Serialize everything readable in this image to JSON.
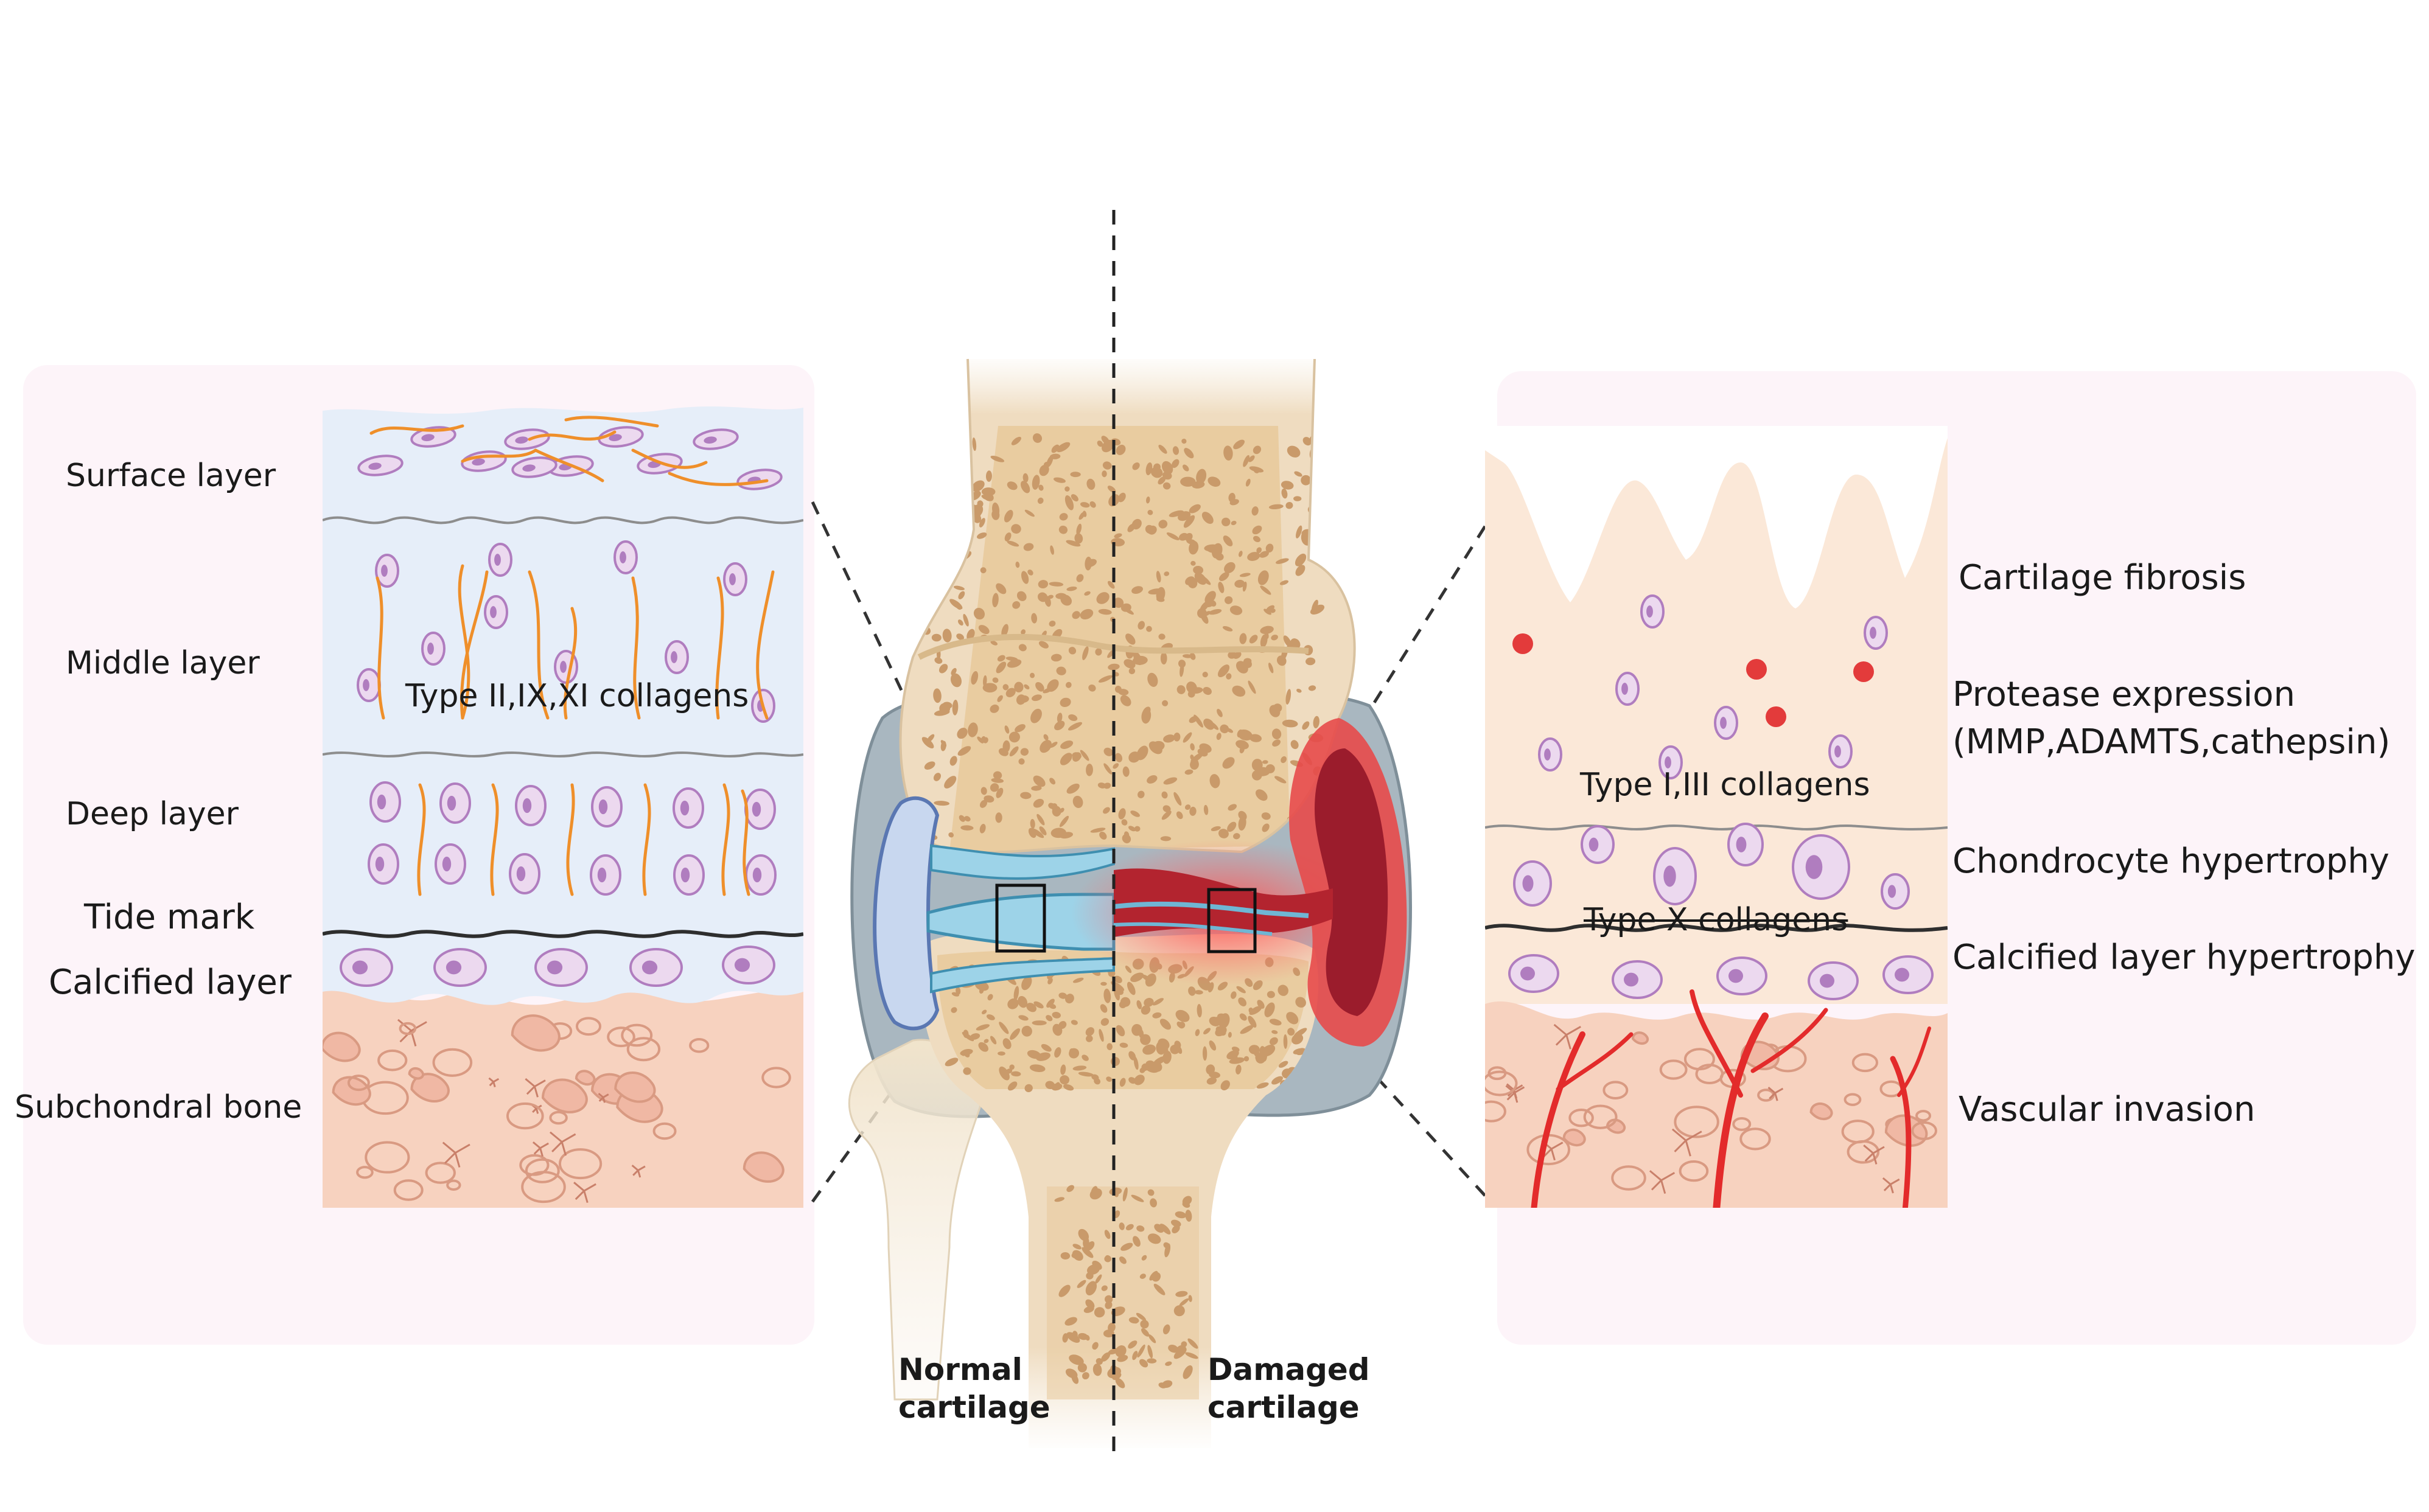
{
  "left_panel": {
    "labels": {
      "surface": "Surface layer",
      "middle": "Middle layer",
      "deep": "Deep layer",
      "tide": "Tide mark",
      "calcified": "Calcified layer",
      "subchondral": "Subchondral bone"
    },
    "collagen_label": "Type II,IX,XI collagens"
  },
  "right_panel": {
    "labels": {
      "fibrosis": "Cartilage fibrosis",
      "protease_line1": "Protease expression",
      "protease_line2": "(MMP,ADAMTS,cathepsin)",
      "hypertrophy": "Chondrocyte hypertrophy",
      "calcified": "Calcified layer hypertrophy",
      "vascular": "Vascular invasion"
    },
    "collagen_label_upper": "Type I,III collagens",
    "collagen_label_lower": "Type X collagens"
  },
  "joint": {
    "normal_label": "Normal\ncartilage",
    "damaged_label": "Damaged\ncartilage"
  },
  "colors": {
    "panel_bg": "#fdf4f9",
    "cartilage_blue": "#e6eef9",
    "bone_peach": "#f7d2bf",
    "cell_fill": "#ecd9ef",
    "cell_nucleus": "#b07dbf",
    "collagen_orange": "#ef8f2a",
    "bone_tan": "#e8c99a",
    "bone_speckle": "#c99a6a",
    "synovium_gray": "#a9b7c0",
    "inflammation_red": "#e52d2d",
    "fibrous_cream": "#fbe8d8",
    "vessel_red": "#e32b2b"
  }
}
